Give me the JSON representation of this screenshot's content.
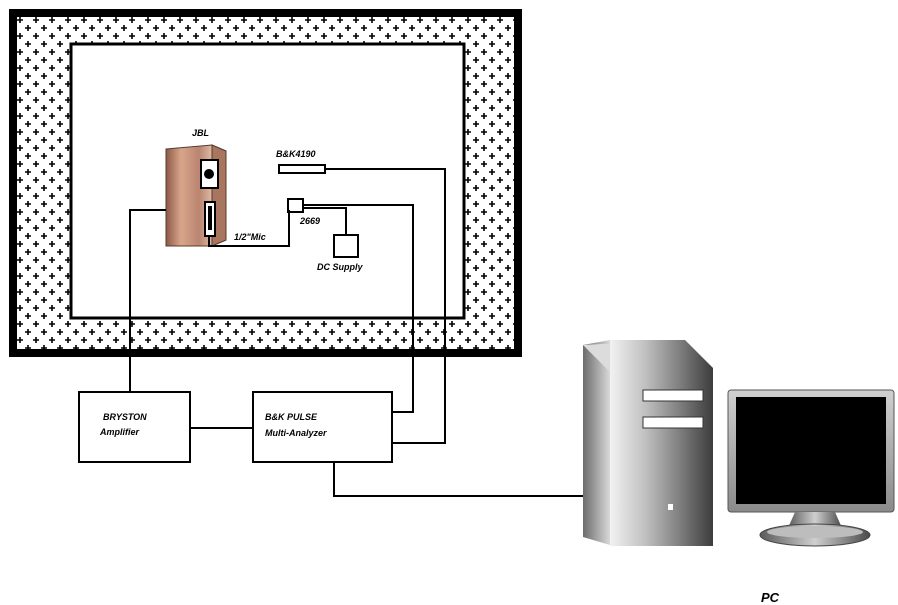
{
  "diagram": {
    "labels": {
      "speaker": "JBL",
      "microphone_label": "B&K4190",
      "preamp": "2669",
      "cable": "1/2\"Mic",
      "dc_supply": "DC Supply",
      "amplifier_line1": "BRYSTON",
      "amplifier_line2": "Amplifier",
      "analyzer_line1": "B&K PULSE",
      "analyzer_line2": "Multi-Analyzer",
      "pc": "PC"
    },
    "colors": {
      "chamber_border": "#000000",
      "speaker_wood": "#c9977a",
      "monitor_screen": "#000000",
      "pc_tower_light": "#e8e8e8",
      "pc_tower_dark": "#555555"
    },
    "icons": {
      "speaker": "loudspeaker-icon",
      "microphone": "microphone-icon",
      "computer": "desktop-tower-icon",
      "monitor": "monitor-icon"
    }
  }
}
